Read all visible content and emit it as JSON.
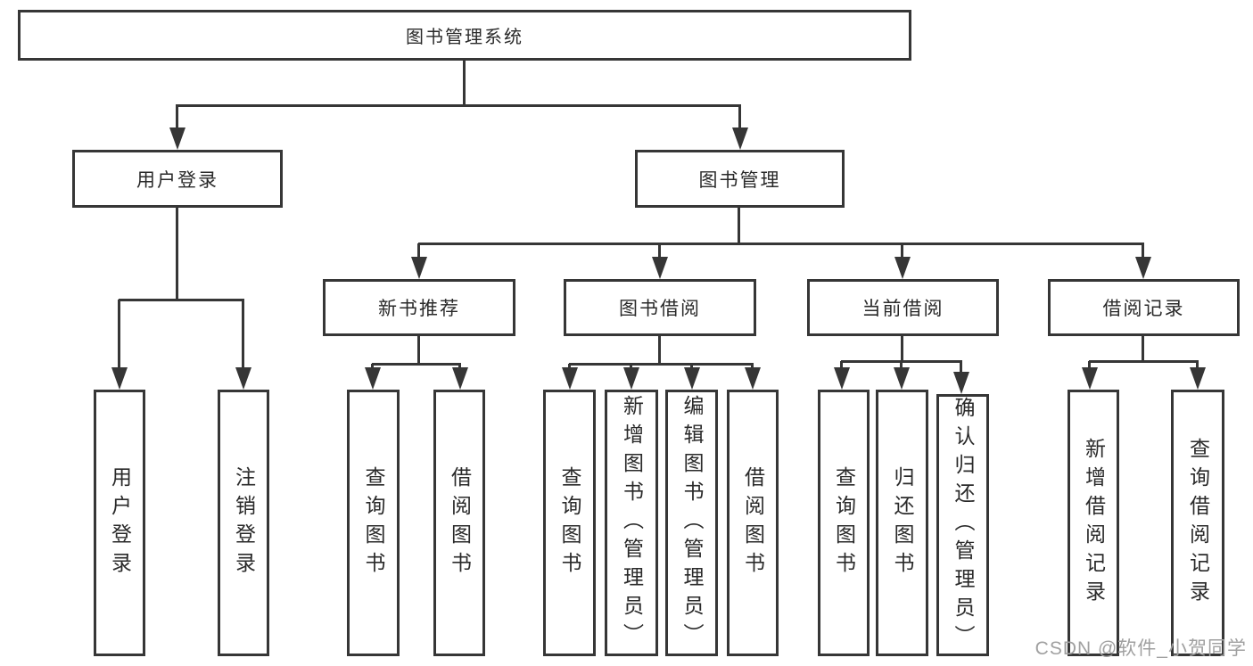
{
  "diagram": {
    "nodes": {
      "root": "图书管理系统",
      "user_login": "用户登录",
      "book_management": "图书管理",
      "new_book_recommend": "新书推荐",
      "book_borrow": "图书借阅",
      "current_borrow": "当前借阅",
      "borrow_records": "借阅记录",
      "leaf_user_login": "用户登录",
      "leaf_logout": "注销登录",
      "rec_query_book": "查询图书",
      "rec_borrow_book": "借阅图书",
      "bb_query_book": "查询图书",
      "bb_add_book": "新增图书（管理员）",
      "bb_edit_book": "编辑图书（管理员）",
      "bb_borrow_book": "借阅图书",
      "cb_query_book": "查询图书",
      "cb_return_book": "归还图书",
      "cb_confirm_return": "确认归还（管理员）",
      "br_add_record": "新增借阅记录",
      "br_query_record": "查询借阅记录"
    },
    "watermark": "CSDN @软件_小贺同学",
    "colors": {
      "line": "#363636",
      "text": "#2a2a2a",
      "watermark": "#a0a0a0",
      "background": "#ffffff"
    }
  }
}
